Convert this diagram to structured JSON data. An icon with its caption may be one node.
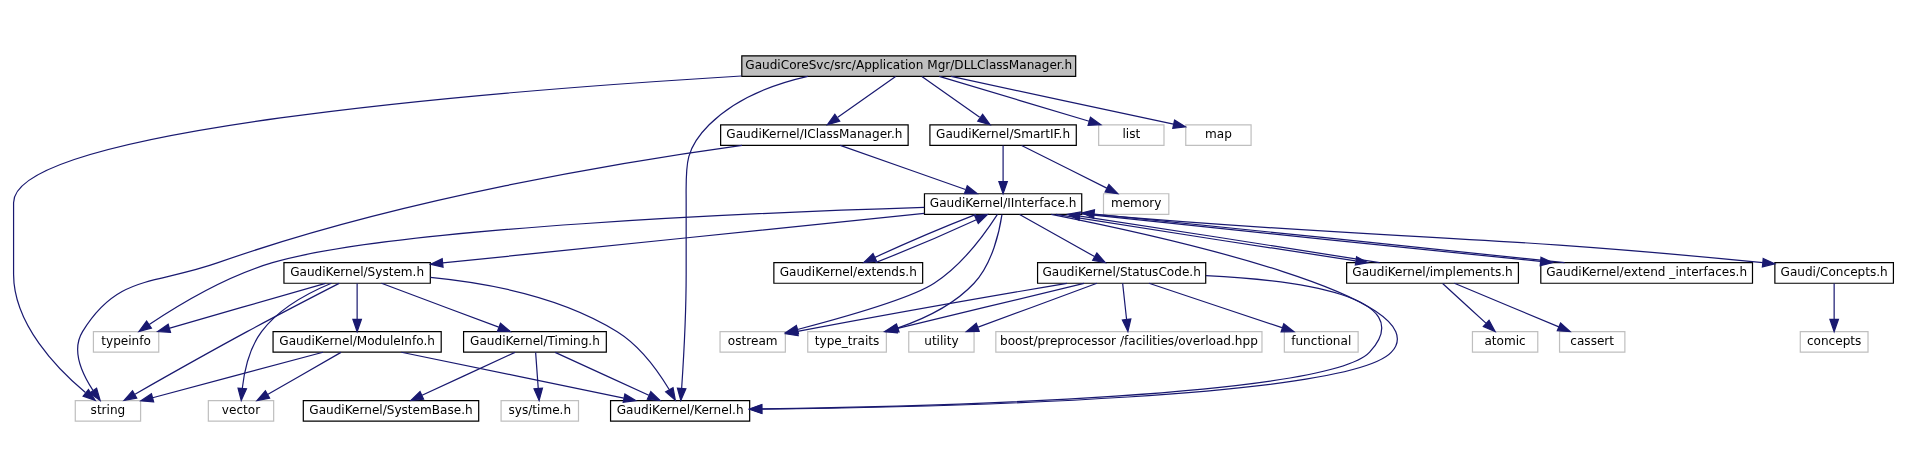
{
  "diagram": {
    "nodes": [
      {
        "text": [
          "GaudiCoreSvc/src/Application Mgr/DLLClassManager.h"
        ]
      },
      {
        "text": [
          "GaudiKernel/IClassManager.h"
        ]
      },
      {
        "text": [
          "GaudiKernel/SmartIF.h"
        ]
      },
      {
        "text": [
          "list"
        ]
      },
      {
        "text": [
          "map"
        ]
      },
      {
        "text": [
          "GaudiKernel/IInterface.h"
        ]
      },
      {
        "text": [
          "memory"
        ]
      },
      {
        "text": [
          "GaudiKernel/System.h"
        ]
      },
      {
        "text": [
          "GaudiKernel/implements.h"
        ]
      },
      {
        "text": [
          "GaudiKernel/extend _interfaces.h"
        ]
      },
      {
        "text": [
          "GaudiKernel/extends.h"
        ]
      },
      {
        "text": [
          "GaudiKernel/StatusCode.h"
        ]
      },
      {
        "text": [
          "Gaudi/Concepts.h"
        ]
      },
      {
        "text": [
          "GaudiKernel/ModuleInfo.h"
        ]
      },
      {
        "text": [
          "GaudiKernel/Timing.h"
        ]
      },
      {
        "text": [
          "typeinfo"
        ]
      },
      {
        "text": [
          "cassert"
        ]
      },
      {
        "text": [
          "atomic"
        ]
      },
      {
        "text": [
          "ostream"
        ]
      },
      {
        "text": [
          "type_traits"
        ]
      },
      {
        "text": [
          "utility"
        ]
      },
      {
        "text": [
          "boost/preprocessor /facilities/overload.hpp"
        ]
      },
      {
        "text": [
          "functional"
        ]
      },
      {
        "text": [
          "concepts"
        ]
      },
      {
        "text": [
          "string"
        ]
      },
      {
        "text": [
          "vector"
        ]
      },
      {
        "text": [
          "GaudiKernel/SystemBase.h"
        ]
      },
      {
        "text": [
          "sys/time.h"
        ]
      },
      {
        "text": [
          "GaudiKernel/Kernel.h"
        ]
      }
    ],
    "edges": [
      {
        "from": 0,
        "to": 24,
        "arrow": "to"
      },
      {
        "from": 0,
        "to": 1,
        "arrow": "to"
      },
      {
        "from": 0,
        "to": 2,
        "arrow": "to"
      },
      {
        "from": 0,
        "to": 3,
        "arrow": "to"
      },
      {
        "from": 0,
        "to": 4,
        "arrow": "to"
      },
      {
        "from": 0,
        "to": 28,
        "arrow": "to"
      },
      {
        "from": 1,
        "to": 24,
        "arrow": "to"
      },
      {
        "from": 1,
        "to": 5,
        "arrow": "to"
      },
      {
        "from": 2,
        "to": 5,
        "arrow": "to"
      },
      {
        "from": 2,
        "to": 6,
        "arrow": "to"
      },
      {
        "from": 5,
        "to": 7,
        "arrow": "to"
      },
      {
        "from": 5,
        "to": 8,
        "arrow": "to"
      },
      {
        "from": 8,
        "to": 5,
        "arrow": "to"
      },
      {
        "from": 5,
        "to": 9,
        "arrow": "to"
      },
      {
        "from": 9,
        "to": 5,
        "arrow": "to"
      },
      {
        "from": 5,
        "to": 10,
        "arrow": "to"
      },
      {
        "from": 10,
        "to": 5,
        "arrow": "to"
      },
      {
        "from": 5,
        "to": 11,
        "arrow": "to"
      },
      {
        "from": 5,
        "to": 12,
        "arrow": "to"
      },
      {
        "from": 5,
        "to": 15,
        "arrow": "to"
      },
      {
        "from": 5,
        "to": 18,
        "arrow": "to"
      },
      {
        "from": 5,
        "to": 19,
        "arrow": "to"
      },
      {
        "from": 5,
        "to": 28,
        "arrow": "to"
      },
      {
        "from": 7,
        "to": 24,
        "arrow": "to"
      },
      {
        "from": 7,
        "to": 25,
        "arrow": "to"
      },
      {
        "from": 7,
        "to": 13,
        "arrow": "to"
      },
      {
        "from": 7,
        "to": 14,
        "arrow": "to"
      },
      {
        "from": 7,
        "to": 15,
        "arrow": "to"
      },
      {
        "from": 7,
        "to": 28,
        "arrow": "to"
      },
      {
        "from": 8,
        "to": 16,
        "arrow": "to"
      },
      {
        "from": 8,
        "to": 17,
        "arrow": "to"
      },
      {
        "from": 11,
        "to": 18,
        "arrow": "to"
      },
      {
        "from": 11,
        "to": 19,
        "arrow": "to"
      },
      {
        "from": 11,
        "to": 20,
        "arrow": "to"
      },
      {
        "from": 11,
        "to": 21,
        "arrow": "to"
      },
      {
        "from": 11,
        "to": 22,
        "arrow": "to"
      },
      {
        "from": 11,
        "to": 28,
        "arrow": "to"
      },
      {
        "from": 12,
        "to": 23,
        "arrow": "to"
      },
      {
        "from": 13,
        "to": 24,
        "arrow": "to"
      },
      {
        "from": 13,
        "to": 25,
        "arrow": "to"
      },
      {
        "from": 13,
        "to": 28,
        "arrow": "to"
      },
      {
        "from": 14,
        "to": 26,
        "arrow": "to"
      },
      {
        "from": 14,
        "to": 27,
        "arrow": "to"
      },
      {
        "from": 14,
        "to": 28,
        "arrow": "to"
      }
    ]
  }
}
